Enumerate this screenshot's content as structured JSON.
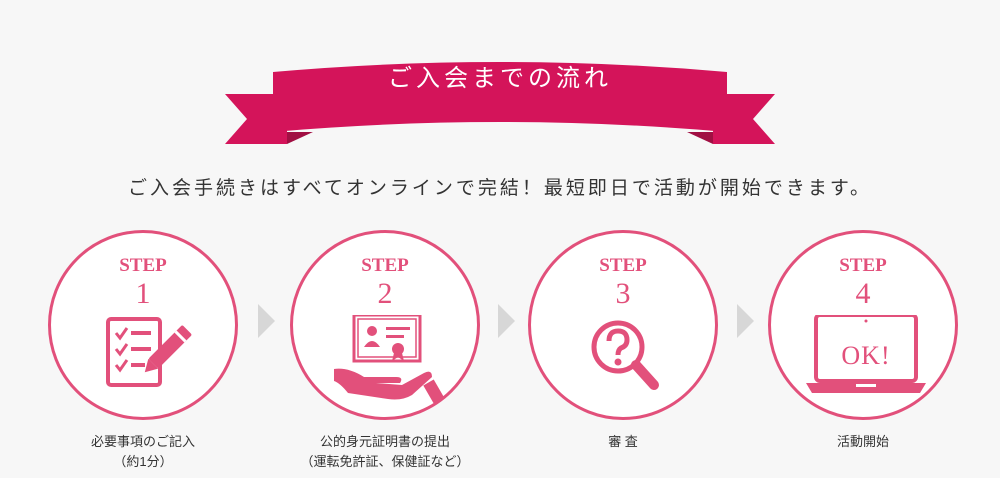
{
  "header": {
    "title": "ご入会までの流れ",
    "subtitle": "ご入会手続きはすべてオンラインで完結！最短即日で活動が開始できます。"
  },
  "colors": {
    "accent": "#e2507b",
    "banner": "#d4145a",
    "banner_dark": "#a10f43",
    "arrow": "#d7d7d7"
  },
  "steps": [
    {
      "label": "STEP",
      "number": "1",
      "icon": "checklist-pencil-icon",
      "caption_line1": "必要事項のご記入",
      "caption_line2": "（約1分）"
    },
    {
      "label": "STEP",
      "number": "2",
      "icon": "certificate-hand-icon",
      "caption_line1": "公的身元証明書の提出",
      "caption_line2": "（運転免許証、保健証など）"
    },
    {
      "label": "STEP",
      "number": "3",
      "icon": "magnifier-question-icon",
      "caption_line1": "審 査",
      "caption_line2": ""
    },
    {
      "label": "STEP",
      "number": "4",
      "icon": "laptop-ok-icon",
      "screen_text": "OK!",
      "caption_line1": "活動開始",
      "caption_line2": ""
    }
  ]
}
